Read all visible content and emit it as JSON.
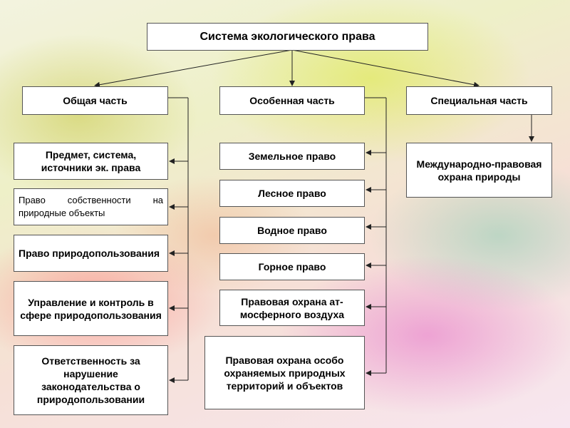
{
  "title": "Система экологического права",
  "parts": {
    "general": "Общая часть",
    "special": "Особенная часть",
    "specialized": "Специальная часть"
  },
  "general_items": [
    "Предмет, система, источники эк. права",
    "Право собственности на природные объекты",
    "Право природопользования",
    "Управление и контроль в сфере природопользования",
    "Ответственность за нарушение законодательства о природопользовании"
  ],
  "special_items": [
    "Земельное право",
    "Лесное право",
    "Водное право",
    "Горное право",
    "Правовая охрана ат-мосферного воздуха",
    "Правовая охрана особо охраняемых природных территорий и объектов"
  ],
  "specialized_items": [
    "Международно-правовая охрана природы"
  ]
}
